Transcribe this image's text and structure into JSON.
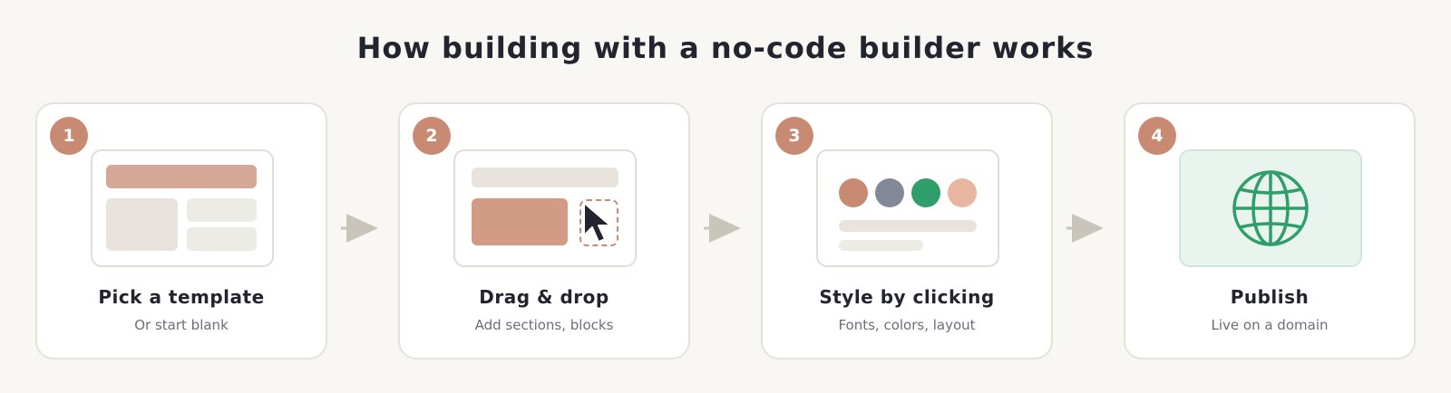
{
  "diagram": {
    "title": "How building with a no-code builder works"
  },
  "steps": [
    {
      "number": "1",
      "title": "Pick a template",
      "subtitle": "Or start blank",
      "illustration": "template-layout"
    },
    {
      "number": "2",
      "title": "Drag & drop",
      "subtitle": "Add sections, blocks",
      "illustration": "drag-cursor"
    },
    {
      "number": "3",
      "title": "Style by clicking",
      "subtitle": "Fonts, colors, layout",
      "illustration": "color-swatches"
    },
    {
      "number": "4",
      "title": "Publish",
      "subtitle": "Live on a domain",
      "illustration": "globe-icon"
    }
  ],
  "colors": {
    "background": "#f8f7f4",
    "card": "#ffffff",
    "card_border": "#e6e2da",
    "badge": "#c98a73",
    "title_text": "#22252f",
    "subtitle_text": "#6b6e78",
    "arrow": "#c9c5ba",
    "publish_bg": "#eaf4ee",
    "globe": "#2f9e6a"
  },
  "swatches": [
    "#c98a73",
    "#838899",
    "#2f9e6a",
    "#e8b6a0"
  ]
}
